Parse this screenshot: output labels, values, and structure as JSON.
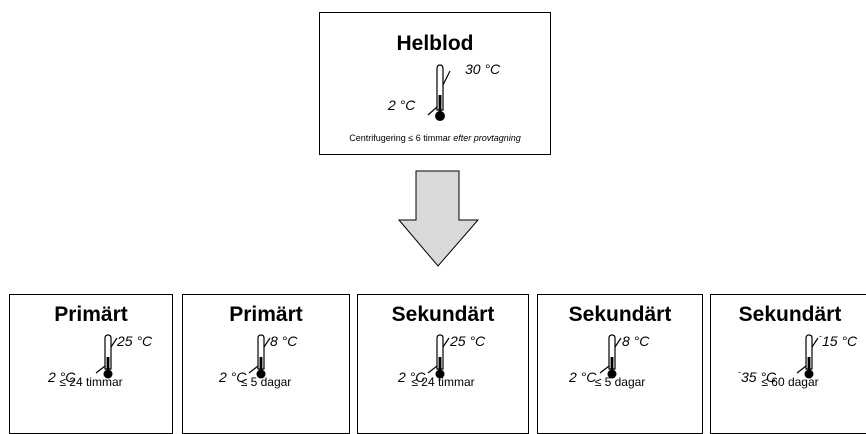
{
  "source": {
    "title": "Helblod",
    "temp_max": "30 °C",
    "temp_min": "2 °C",
    "caption_prefix": "Centrifugering ≤ 6 timmar",
    "caption_italic": "efter provtagning"
  },
  "derived": [
    {
      "title": "Primärt",
      "temp_max": "25 °C",
      "temp_min": "2 °C",
      "duration": "≤ 24 timmar"
    },
    {
      "title": "Primärt",
      "temp_max": "8 °C",
      "temp_min": "2 °C",
      "duration": "≤ 5 dagar"
    },
    {
      "title": "Sekundärt",
      "temp_max": "25 °C",
      "temp_min": "2 °C",
      "duration": "≤ 24 timmar"
    },
    {
      "title": "Sekundärt",
      "temp_max": "8 °C",
      "temp_min": "2 °C",
      "duration": "≤ 5 dagar"
    },
    {
      "title": "Sekundärt",
      "temp_max_sign": "-",
      "temp_max": "15 °C",
      "temp_min_sign": "-",
      "temp_min": "35 °C",
      "duration": "≤ 60 dagar"
    }
  ],
  "colors": {
    "arrow_fill": "#d9d9d9",
    "stroke": "#000000"
  }
}
